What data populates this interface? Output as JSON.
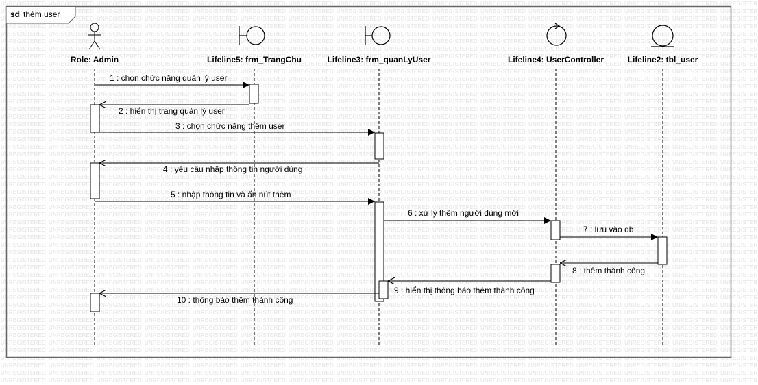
{
  "watermark": "UNREGISTERED",
  "frame": {
    "keyword": "sd",
    "name": "thêm user"
  },
  "lifelines": [
    {
      "id": "admin",
      "type": "actor",
      "label": "Role: Admin"
    },
    {
      "id": "trangchu",
      "type": "boundary",
      "label": "Lifeline5: frm_TrangChu"
    },
    {
      "id": "quanly",
      "type": "boundary",
      "label": "Lifeline3: frm_quanLyUser"
    },
    {
      "id": "controller",
      "type": "control",
      "label": "Lifeline4: UserController"
    },
    {
      "id": "tbl",
      "type": "entity",
      "label": "Lifeline2: tbl_user"
    }
  ],
  "messages": [
    {
      "num": 1,
      "text": "1 : chọn chức năng quản lý user",
      "from": "admin",
      "to": "trangchu",
      "kind": "call"
    },
    {
      "num": 2,
      "text": "2 : hiển thị trang quản lý user",
      "from": "trangchu",
      "to": "admin",
      "kind": "reply"
    },
    {
      "num": 3,
      "text": "3 : chọn chức năng thêm user",
      "from": "admin",
      "to": "quanly",
      "kind": "call"
    },
    {
      "num": 4,
      "text": "4 : yêu cầu nhập thông tin người dùng",
      "from": "quanly",
      "to": "admin",
      "kind": "reply"
    },
    {
      "num": 5,
      "text": "5 : nhập thông tin và ấn nút thêm",
      "from": "admin",
      "to": "quanly",
      "kind": "call"
    },
    {
      "num": 6,
      "text": "6 : xử lý thêm người dùng mới",
      "from": "quanly",
      "to": "controller",
      "kind": "call"
    },
    {
      "num": 7,
      "text": "7 : lưu vào db",
      "from": "controller",
      "to": "tbl",
      "kind": "call"
    },
    {
      "num": 8,
      "text": "8 : thêm thành công",
      "from": "tbl",
      "to": "controller",
      "kind": "reply"
    },
    {
      "num": 9,
      "text": "9 : hiển thị thông báo thêm thành công",
      "from": "controller",
      "to": "quanly",
      "kind": "reply"
    },
    {
      "num": 10,
      "text": "10 : thông báo thêm thành công",
      "from": "quanly",
      "to": "admin",
      "kind": "reply"
    }
  ]
}
